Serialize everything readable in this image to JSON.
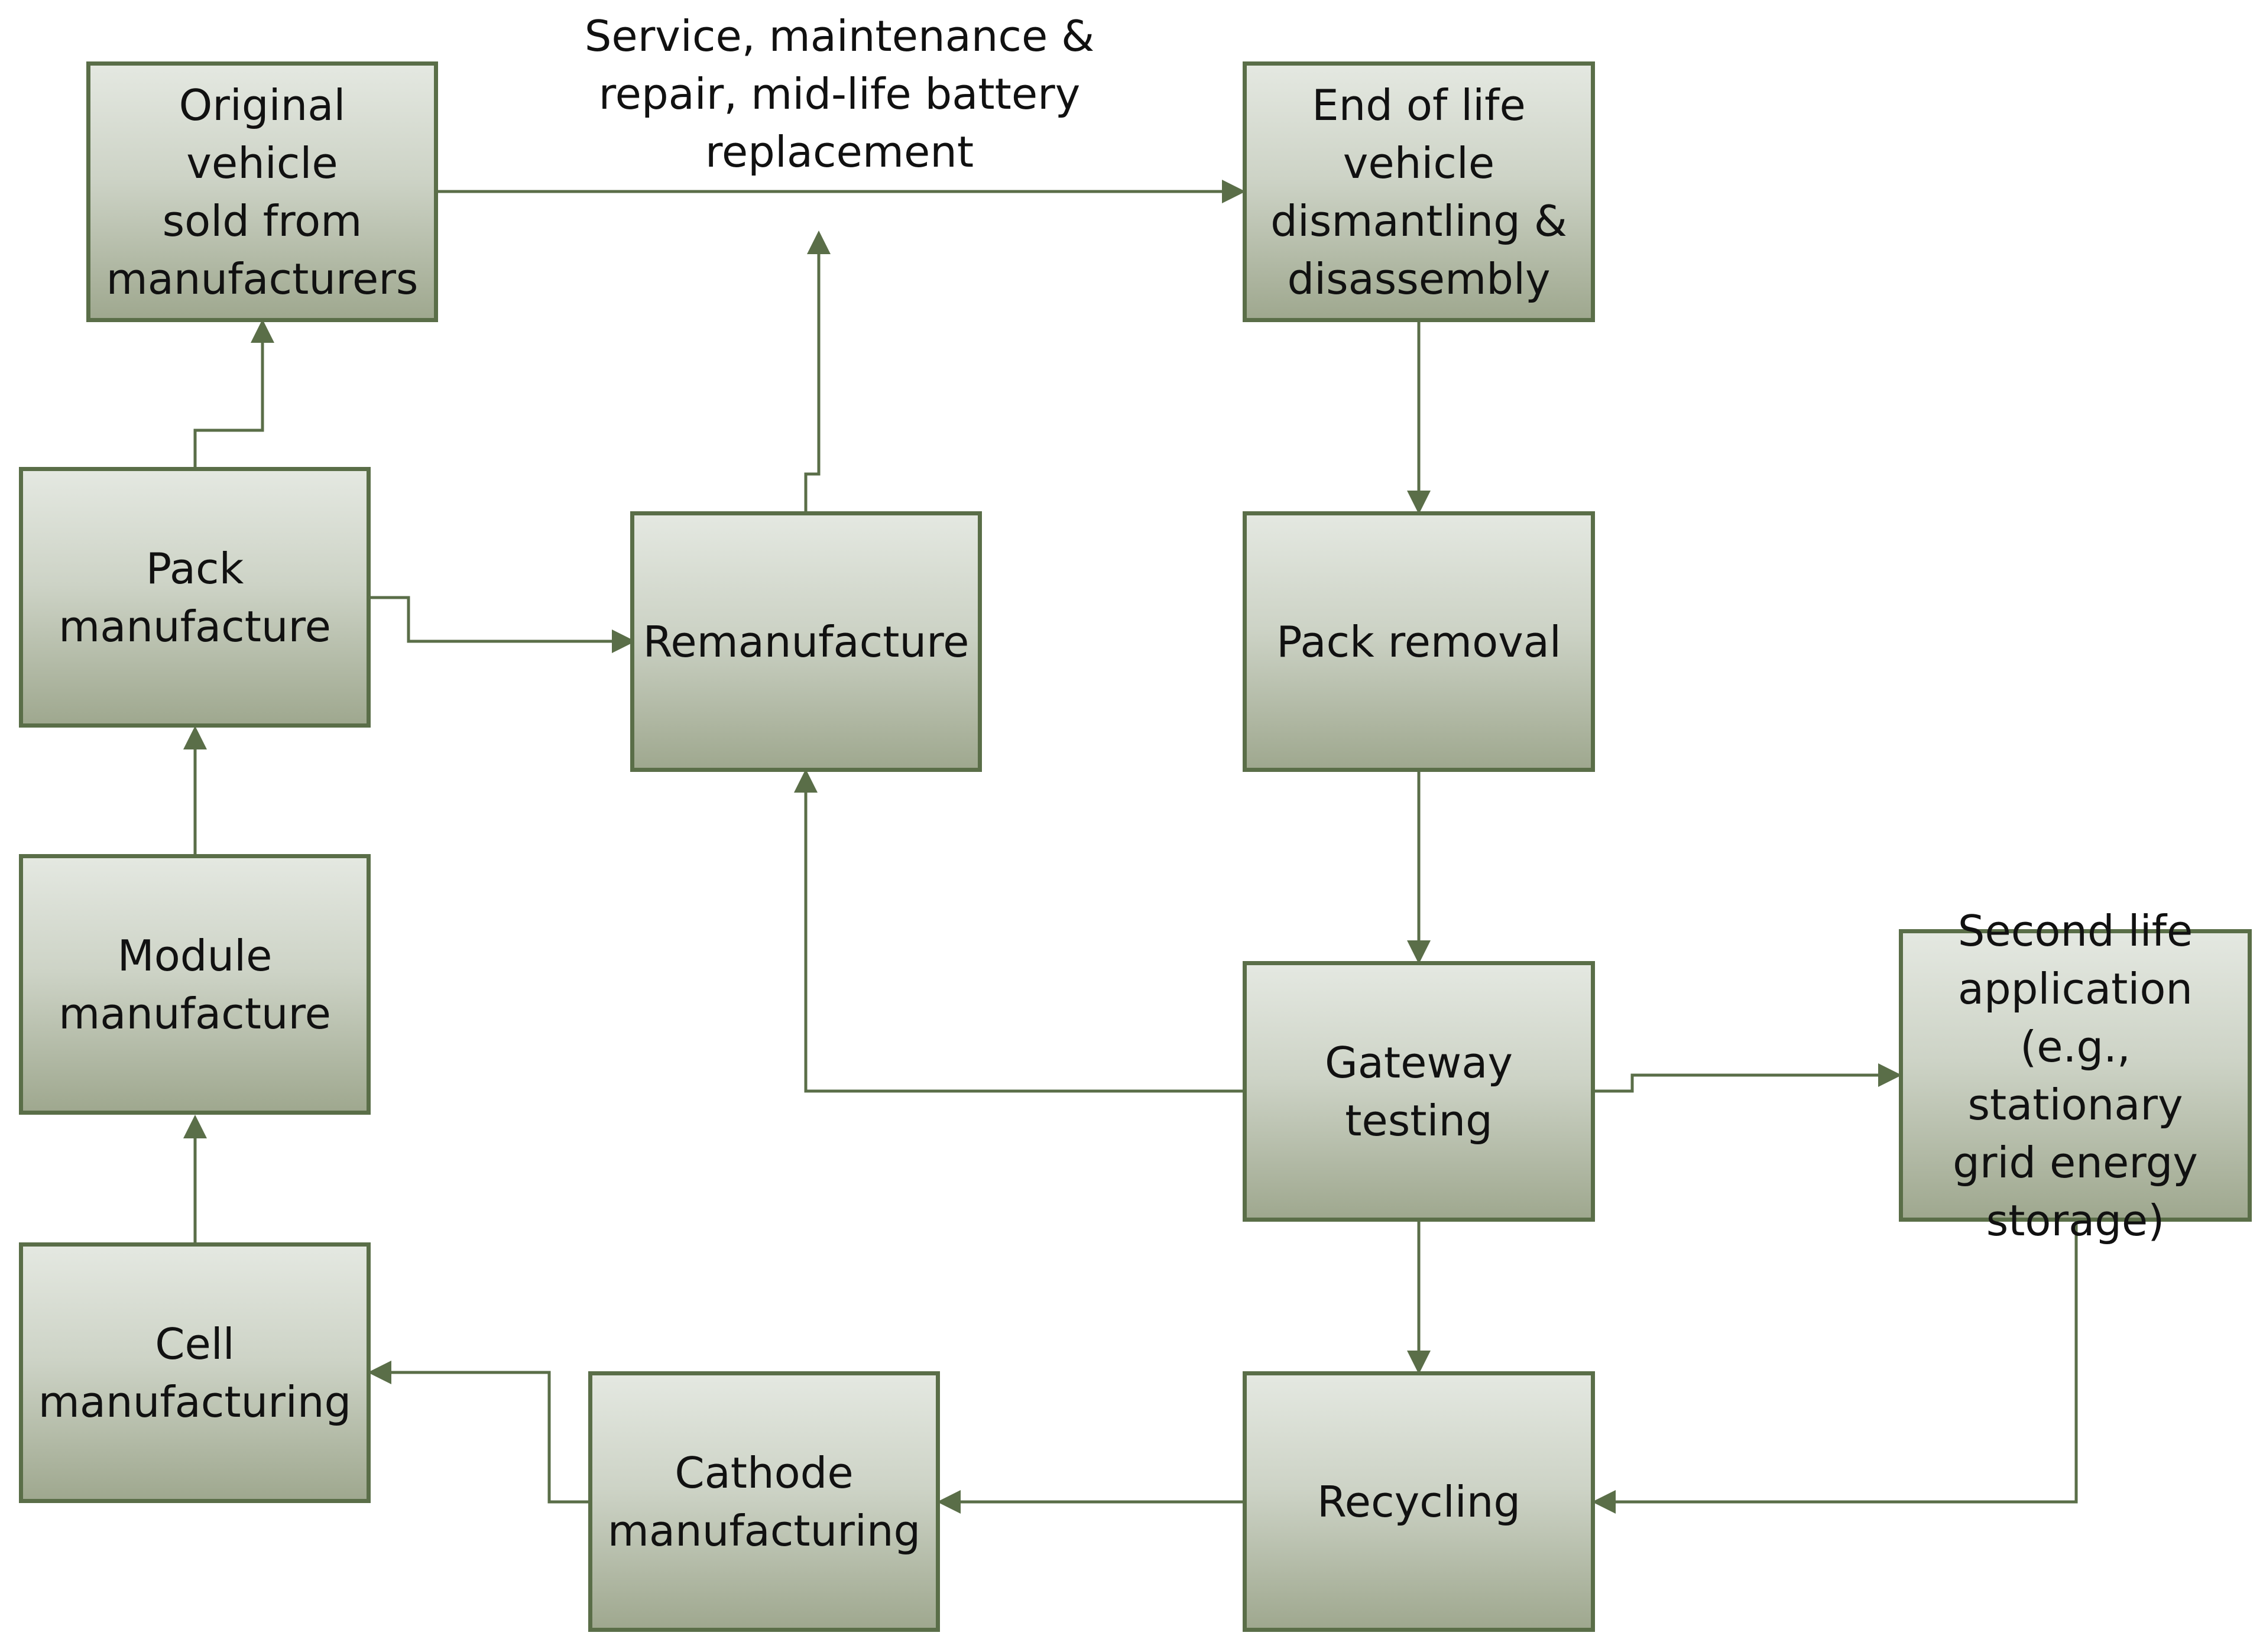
{
  "colors": {
    "border": "#5a6e48",
    "connector": "#5a6e48",
    "box_top": "#e4e8e1",
    "box_bottom": "#9fa88f",
    "text": "#111111"
  },
  "boxes": {
    "original_vehicle": "Original vehicle\nsold from\nmanufacturers",
    "end_of_life": "End of life\nvehicle\ndismantling &\ndisassembly",
    "pack_manufacture": "Pack\nmanufacture",
    "remanufacture": "Remanufacture",
    "pack_removal": "Pack removal",
    "module_manufacture": "Module\nmanufacture",
    "gateway_testing": "Gateway\ntesting",
    "second_life": "Second life\napplication\n(e.g., stationary\ngrid energy\nstorage)",
    "cell_manufacturing": "Cell\nmanufacturing",
    "cathode_manufacturing": "Cathode\nmanufacturing",
    "recycling": "Recycling"
  },
  "labels": {
    "service_label": "Service, maintenance &\nrepair, mid-life battery\nreplacement"
  },
  "connections": [
    {
      "from": "cell_manufacturing",
      "to": "module_manufacture"
    },
    {
      "from": "module_manufacture",
      "to": "pack_manufacture"
    },
    {
      "from": "pack_manufacture",
      "to": "original_vehicle"
    },
    {
      "from": "pack_manufacture",
      "to": "remanufacture"
    },
    {
      "from": "remanufacture",
      "to": "service_label"
    },
    {
      "from": "original_vehicle",
      "to": "end_of_life"
    },
    {
      "from": "end_of_life",
      "to": "pack_removal"
    },
    {
      "from": "pack_removal",
      "to": "gateway_testing"
    },
    {
      "from": "gateway_testing",
      "to": "remanufacture"
    },
    {
      "from": "gateway_testing",
      "to": "second_life"
    },
    {
      "from": "gateway_testing",
      "to": "recycling"
    },
    {
      "from": "second_life",
      "to": "recycling"
    },
    {
      "from": "recycling",
      "to": "cathode_manufacturing"
    },
    {
      "from": "cathode_manufacturing",
      "to": "cell_manufacturing"
    }
  ]
}
